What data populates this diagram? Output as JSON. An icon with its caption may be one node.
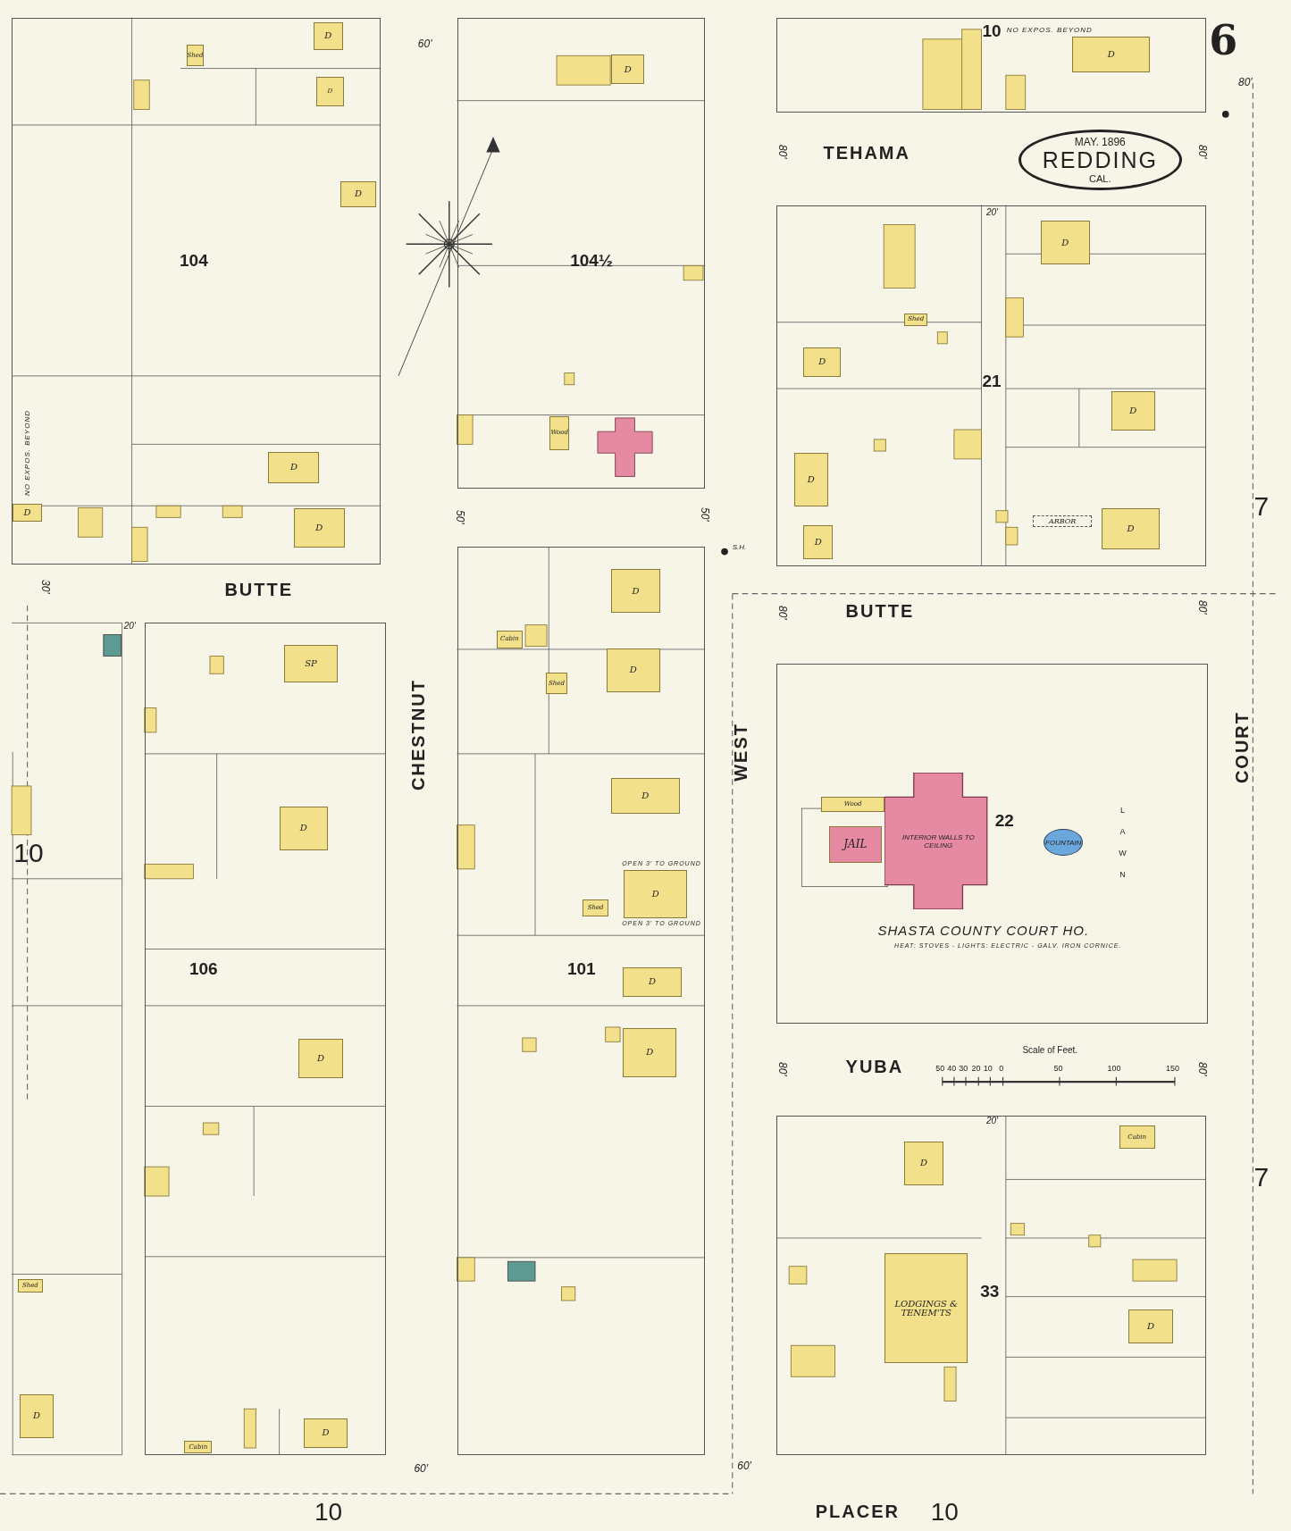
{
  "diagram": {
    "nodes": [
      {
        "text": [
          "104"
        ]
      },
      {
        "text": [
          "D"
        ],
        "in": 0
      },
      {
        "text": [
          "Shed"
        ],
        "in": 0
      },
      {
        "text": [
          "D"
        ],
        "in": 0
      },
      {
        "text": [
          "D"
        ],
        "in": 0
      },
      {
        "text": [
          "D"
        ],
        "in": 0
      },
      {
        "text": [
          "D"
        ],
        "in": 0
      },
      {
        "text": [
          "D"
        ],
        "in": 0
      },
      {
        "text": [
          "104½"
        ]
      },
      {
        "text": [
          "D"
        ],
        "in": 8
      },
      {
        "text": [
          "Wood"
        ],
        "in": 8
      },
      {
        "text": [
          "10",
          "NO EXPOS. BEYOND"
        ]
      },
      {
        "text": [
          "D"
        ],
        "in": 11
      },
      {
        "text": [
          "MAY. 1896",
          "REDDING",
          "CAL."
        ]
      },
      {
        "text": [
          "21"
        ]
      },
      {
        "text": [
          "D"
        ],
        "in": 14
      },
      {
        "text": [
          "Shed"
        ],
        "in": 14
      },
      {
        "text": [
          "D"
        ],
        "in": 14
      },
      {
        "text": [
          "D"
        ],
        "in": 14
      },
      {
        "text": [
          "D"
        ],
        "in": 14
      },
      {
        "text": [
          "D"
        ],
        "in": 14
      },
      {
        "text": [
          "ARBOR"
        ],
        "in": 14
      },
      {
        "text": [
          "D"
        ],
        "in": 14
      },
      {
        "text": [
          "106"
        ]
      },
      {
        "text": [
          "SP"
        ],
        "in": 23
      },
      {
        "text": [
          "D"
        ],
        "in": 23
      },
      {
        "text": [
          "D"
        ],
        "in": 23
      },
      {
        "text": [
          "Cabin"
        ],
        "in": 23
      },
      {
        "text": [
          "D"
        ],
        "in": 23
      },
      {
        "text": [
          "101"
        ]
      },
      {
        "text": [
          "D"
        ],
        "in": 29
      },
      {
        "text": [
          "Cabin"
        ],
        "in": 29
      },
      {
        "text": [
          "Shed"
        ],
        "in": 29
      },
      {
        "text": [
          "D"
        ],
        "in": 29
      },
      {
        "text": [
          "D"
        ],
        "in": 29
      },
      {
        "text": [
          "Shed"
        ],
        "in": 29
      },
      {
        "text": [
          "D"
        ],
        "in": 29,
        "beside": [
          "OPEN 3' TO GROUND",
          "OPEN 3' TO GROUND"
        ]
      },
      {
        "text": [
          "D"
        ],
        "in": 29
      },
      {
        "text": [
          "D"
        ],
        "in": 29
      },
      {
        "text": [
          "22"
        ]
      },
      {
        "text": [
          "Wood"
        ],
        "in": 39
      },
      {
        "text": [
          "JAIL"
        ],
        "in": 39
      },
      {
        "text": [
          "INTERIOR WALLS TO CEILING"
        ],
        "in": 39,
        "beside": [
          "SHASTA COUNTY COURT HO.",
          "HEAT: STOVES - LIGHTS: ELECTRIC - GALV. IRON CORNICE."
        ]
      },
      {
        "text": [
          "FOUNTAIN"
        ],
        "in": 39
      },
      {
        "text": [
          "33"
        ]
      },
      {
        "text": [
          "D"
        ],
        "in": 44
      },
      {
        "text": [
          "Cabin"
        ],
        "in": 44
      },
      {
        "text": [
          "LODGINGS & TENEM'TS"
        ],
        "in": 44
      },
      {
        "text": [
          "D"
        ],
        "in": 44
      },
      {
        "text": [
          "Shed"
        ]
      },
      {
        "text": [
          "D"
        ]
      }
    ],
    "labels": [
      "60'",
      "6",
      "80'",
      "80'",
      "TEHAMA",
      "80'",
      "20'",
      "NO EXPOS. BEYOND",
      "50'",
      "50'",
      "S.H.",
      "30'",
      "BUTTE",
      "20'",
      "80'",
      "BUTTE",
      "80'",
      "7",
      "CHESTNUT",
      "WEST",
      "COURT",
      "10",
      "LAWN",
      "80'",
      "YUBA",
      "Scale of Feet.",
      "50",
      "40",
      "30",
      "20",
      "10",
      "0",
      "50",
      "100",
      "150",
      "80'",
      "20'",
      "7",
      "60'",
      "60'",
      "10",
      "PLACER",
      "10"
    ]
  }
}
